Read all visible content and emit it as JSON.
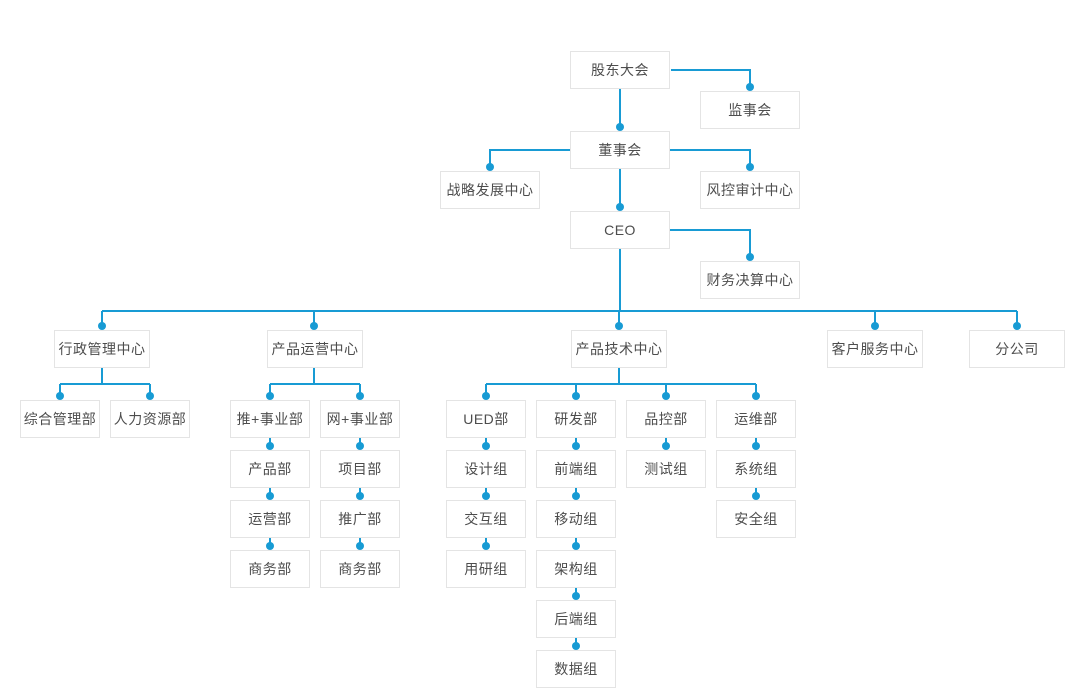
{
  "diagram": {
    "type": "org-chart",
    "language": "zh-CN"
  },
  "colors": {
    "connector": "#189bd4",
    "box_border": "#e4e4e4",
    "box_background": "#ffffff",
    "box_text": "#4d4d4d",
    "page_background": "#ffffff"
  },
  "nodes": {
    "shareholders": {
      "label": "股东大会"
    },
    "supervisory": {
      "label": "监事会"
    },
    "board": {
      "label": "董事会"
    },
    "strategy": {
      "label": "战略发展中心"
    },
    "risk_audit": {
      "label": "风控审计中心"
    },
    "ceo": {
      "label": "CEO"
    },
    "finance": {
      "label": "财务决算中心"
    },
    "admin_center": {
      "label": "行政管理中心"
    },
    "product_ops_center": {
      "label": "产品运营中心"
    },
    "product_tech_center": {
      "label": "产品技术中心"
    },
    "customer_service_center": {
      "label": "客户服务中心"
    },
    "branch_company": {
      "label": "分公司"
    },
    "general_mgmt": {
      "label": "综合管理部"
    },
    "hr": {
      "label": "人力资源部"
    },
    "tui_division": {
      "label": "推+事业部"
    },
    "wang_division": {
      "label": "网+事业部"
    },
    "product_dept": {
      "label": "产品部"
    },
    "project_dept": {
      "label": "项目部"
    },
    "operations_dept": {
      "label": "运营部"
    },
    "promotion_dept": {
      "label": "推广部"
    },
    "business_dept_tui": {
      "label": "商务部"
    },
    "business_dept_wang": {
      "label": "商务部"
    },
    "ued_dept": {
      "label": "UED部"
    },
    "rnd_dept": {
      "label": "研发部"
    },
    "qc_dept": {
      "label": "品控部"
    },
    "maintenance_dept": {
      "label": "运维部"
    },
    "design_group": {
      "label": "设计组"
    },
    "frontend_group": {
      "label": "前端组"
    },
    "testing_group": {
      "label": "测试组"
    },
    "system_group": {
      "label": "系统组"
    },
    "interaction_group": {
      "label": "交互组"
    },
    "mobile_group": {
      "label": "移动组"
    },
    "security_group": {
      "label": "安全组"
    },
    "research_group": {
      "label": "用研组"
    },
    "architecture_group": {
      "label": "架构组"
    },
    "backend_group": {
      "label": "后端组"
    },
    "data_group": {
      "label": "数据组"
    }
  },
  "edges": [
    [
      "shareholders",
      "supervisory"
    ],
    [
      "shareholders",
      "board"
    ],
    [
      "board",
      "strategy"
    ],
    [
      "board",
      "risk_audit"
    ],
    [
      "board",
      "ceo"
    ],
    [
      "ceo",
      "finance"
    ],
    [
      "ceo",
      "admin_center"
    ],
    [
      "ceo",
      "product_ops_center"
    ],
    [
      "ceo",
      "product_tech_center"
    ],
    [
      "ceo",
      "customer_service_center"
    ],
    [
      "ceo",
      "branch_company"
    ],
    [
      "admin_center",
      "general_mgmt"
    ],
    [
      "admin_center",
      "hr"
    ],
    [
      "product_ops_center",
      "tui_division"
    ],
    [
      "product_ops_center",
      "wang_division"
    ],
    [
      "tui_division",
      "product_dept"
    ],
    [
      "product_dept",
      "operations_dept"
    ],
    [
      "operations_dept",
      "business_dept_tui"
    ],
    [
      "wang_division",
      "project_dept"
    ],
    [
      "project_dept",
      "promotion_dept"
    ],
    [
      "promotion_dept",
      "business_dept_wang"
    ],
    [
      "product_tech_center",
      "ued_dept"
    ],
    [
      "product_tech_center",
      "rnd_dept"
    ],
    [
      "product_tech_center",
      "qc_dept"
    ],
    [
      "product_tech_center",
      "maintenance_dept"
    ],
    [
      "ued_dept",
      "design_group"
    ],
    [
      "design_group",
      "interaction_group"
    ],
    [
      "interaction_group",
      "research_group"
    ],
    [
      "rnd_dept",
      "frontend_group"
    ],
    [
      "frontend_group",
      "mobile_group"
    ],
    [
      "mobile_group",
      "architecture_group"
    ],
    [
      "architecture_group",
      "backend_group"
    ],
    [
      "backend_group",
      "data_group"
    ],
    [
      "qc_dept",
      "testing_group"
    ],
    [
      "maintenance_dept",
      "system_group"
    ],
    [
      "system_group",
      "security_group"
    ]
  ]
}
